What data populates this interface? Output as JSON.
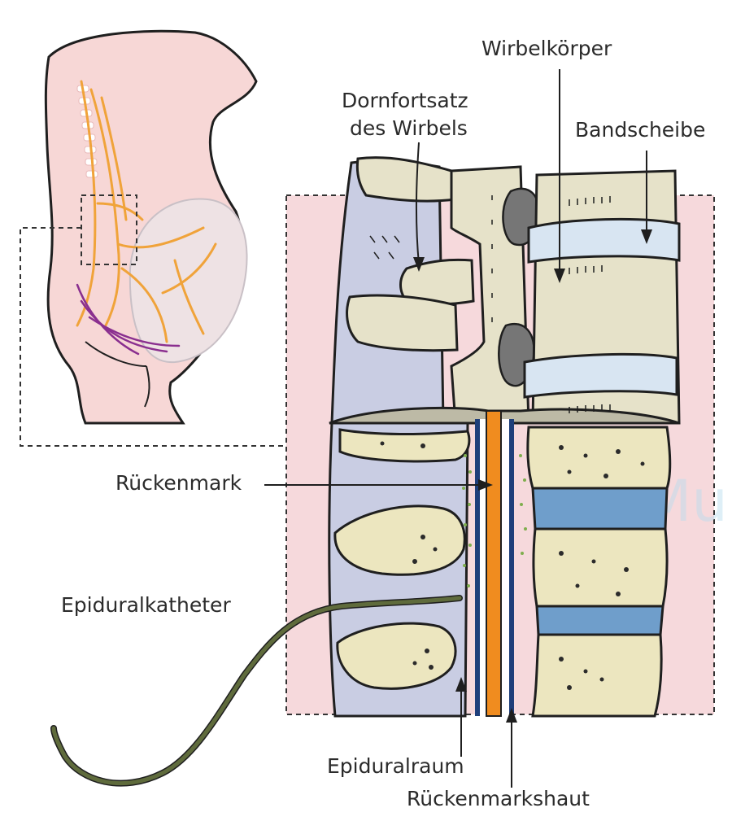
{
  "labels": {
    "wirbelkoerper": "Wirbelkörper",
    "dornfortsatz_line1": "Dornfortsatz",
    "dornfortsatz_line2": "des Wirbels",
    "bandscheibe": "Bandscheibe",
    "rueckenmark": "Rückenmark",
    "epiduralkatheter": "Epiduralkatheter",
    "epiduralraum": "Epiduralraum",
    "rueckenmarkshaut": "Rückenmarkshaut"
  },
  "watermark": "Mu",
  "colors": {
    "zoom_background": "#f6d9dc",
    "skin": "#f7d7d6",
    "bone": "#e6e2c9",
    "bone_marrow": "#ece6bf",
    "disc_blue": "#6f9ecb",
    "disc_light": "#d8e5f2",
    "spinal_cord": "#f08c1f",
    "dura_blue": "#1f3f7a",
    "soft_tissue": "#c9cde3",
    "catheter": "#5f6b3c",
    "nerve_orange": "#f0a33a",
    "nerve_purple": "#8a2f8f",
    "epidural_dots": "#7fae4e"
  }
}
